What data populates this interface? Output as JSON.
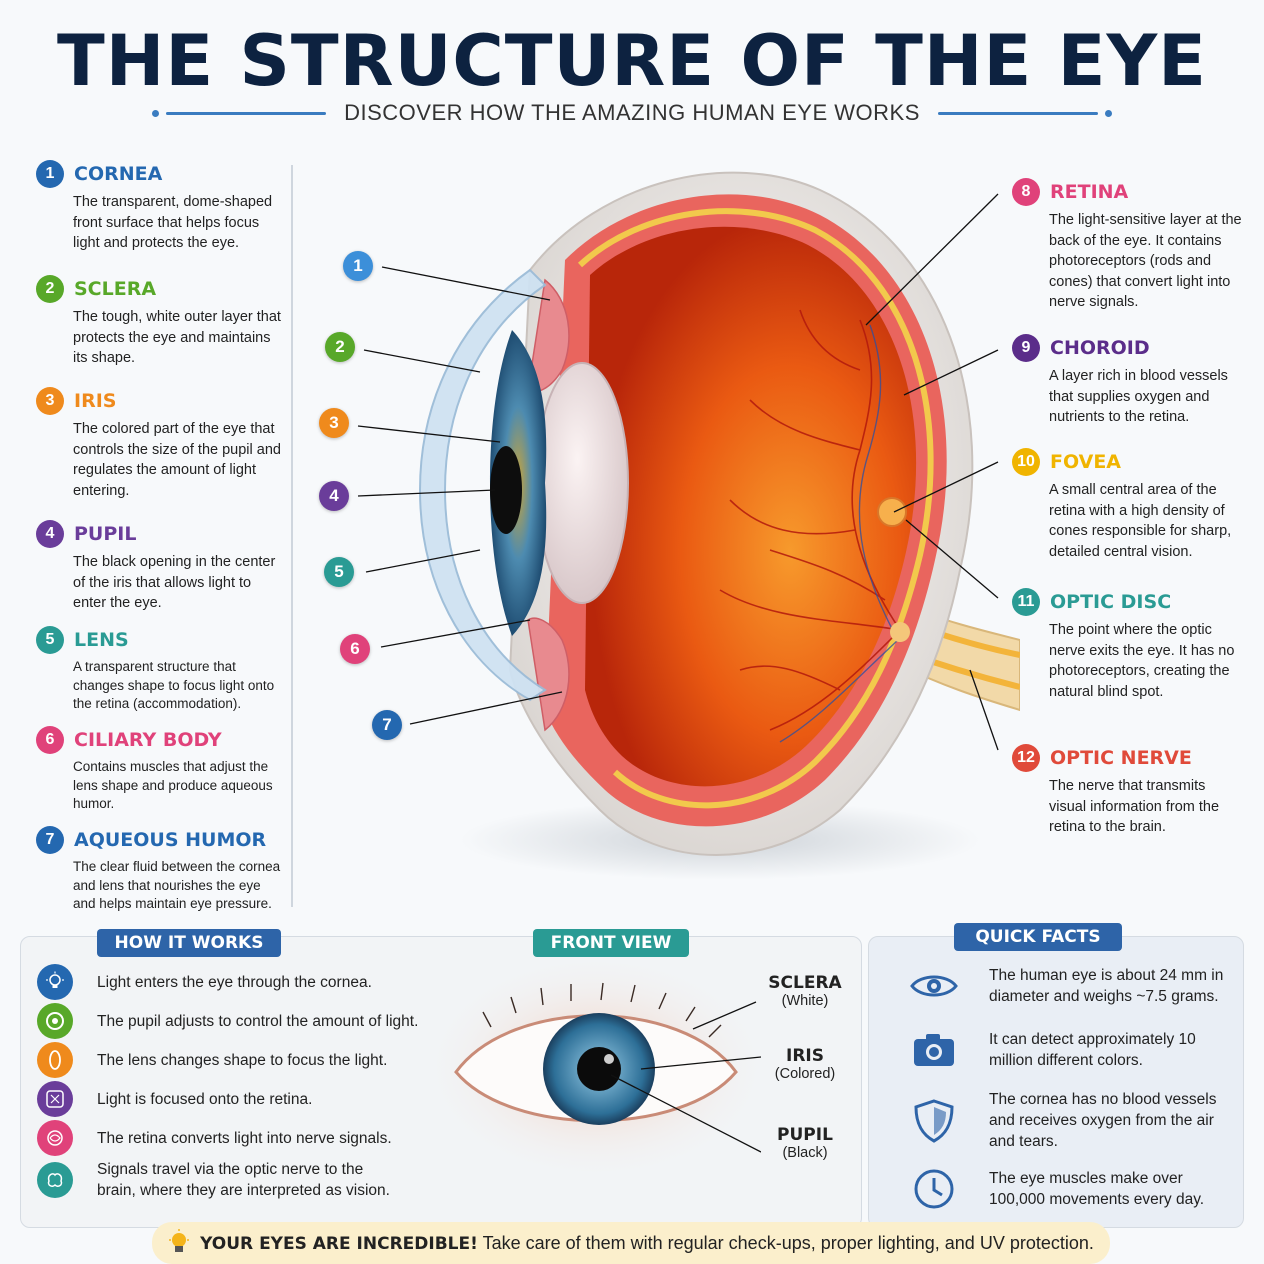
{
  "title": "THE STRUCTURE OF THE EYE",
  "subtitle": "DISCOVER HOW THE AMAZING HUMAN EYE WORKS",
  "parts": [
    {
      "num": "1",
      "name": "CORNEA",
      "color": "#2468b0",
      "desc": "The transparent, dome-shaped front surface that helps focus light and protects the eye."
    },
    {
      "num": "2",
      "name": "SCLERA",
      "color": "#58a829",
      "desc": "The tough, white outer layer that protects the eye and maintains its shape."
    },
    {
      "num": "3",
      "name": "IRIS",
      "color": "#ef8a1c",
      "desc": "The colored part of the eye that controls the size of the pupil and regulates the amount of light entering."
    },
    {
      "num": "4",
      "name": "PUPIL",
      "color": "#6a3d9a",
      "desc": "The black opening in the center of the iris that allows light to enter the eye."
    },
    {
      "num": "5",
      "name": "LENS",
      "color": "#2a9b94",
      "desc": "A transparent structure that changes shape to focus light onto the retina (accommodation)."
    },
    {
      "num": "6",
      "name": "CILIARY BODY",
      "color": "#e0427a",
      "desc": "Contains muscles that adjust the lens shape and produce aqueous humor."
    },
    {
      "num": "7",
      "name": "AQUEOUS HUMOR",
      "color": "#2468b0",
      "desc": "The clear fluid between the cornea and lens that nourishes the eye and helps maintain eye pressure."
    },
    {
      "num": "8",
      "name": "RETINA",
      "color": "#e0427a",
      "desc": "The light-sensitive layer at the back of the eye. It contains photoreceptors (rods and cones) that convert light into nerve signals."
    },
    {
      "num": "9",
      "name": "CHOROID",
      "color": "#5b2d8a",
      "desc": "A layer rich in blood vessels that supplies oxygen and nutrients to the retina."
    },
    {
      "num": "10",
      "name": "FOVEA",
      "color": "#f0b400",
      "desc": "A small central area of the retina with a high density of cones responsible for sharp, detailed central vision."
    },
    {
      "num": "11",
      "name": "OPTIC DISC",
      "color": "#2a9b94",
      "desc": "The point where the optic nerve exits the eye. It has no photoreceptors, creating the natural blind spot."
    },
    {
      "num": "12",
      "name": "OPTIC NERVE",
      "color": "#e04a3a",
      "desc": "The nerve that transmits visual information from the retina to the brain."
    }
  ],
  "how_it_works": {
    "label": "HOW IT WORKS",
    "steps": [
      {
        "text": "Light enters the eye through the cornea.",
        "icon": "light-bulb-icon",
        "color": "#2468b0"
      },
      {
        "text": "The pupil adjusts to control the amount of light.",
        "icon": "aperture-icon",
        "color": "#58a829"
      },
      {
        "text": "The lens changes shape to focus the light.",
        "icon": "lens-icon",
        "color": "#ef8a1c"
      },
      {
        "text": "Light is focused onto the retina.",
        "icon": "retina-icon",
        "color": "#6a3d9a"
      },
      {
        "text": "The retina converts light into nerve signals.",
        "icon": "signal-icon",
        "color": "#e0427a"
      },
      {
        "text": "Signals travel via the optic nerve to the brain, where they are interpreted as vision.",
        "icon": "brain-icon",
        "color": "#2a9b94"
      }
    ]
  },
  "front_view": {
    "label": "FRONT VIEW",
    "sclera": {
      "name": "SCLERA",
      "note": "(White)"
    },
    "iris": {
      "name": "IRIS",
      "note": "(Colored)"
    },
    "pupil": {
      "name": "PUPIL",
      "note": "(Black)"
    }
  },
  "quick_facts": {
    "label": "QUICK FACTS",
    "facts": [
      {
        "text": "The human eye is about 24 mm in diameter and weighs ~7.5 grams.",
        "icon": "eye-icon"
      },
      {
        "text": "It can detect approximately 10 million different colors.",
        "icon": "camera-icon"
      },
      {
        "text": "The cornea has no blood vessels and receives oxygen from the air and tears.",
        "icon": "shield-icon"
      },
      {
        "text": "The eye muscles make over 100,000 movements every day.",
        "icon": "clock-icon"
      }
    ]
  },
  "banner": {
    "bold": "YOUR EYES ARE INCREDIBLE!",
    "text": "Take care of them with regular check-ups, proper lighting, and UV protection."
  },
  "colors": {
    "navy": "#0d2240",
    "accent_blue": "#3a7cc0",
    "tag_blue": "#2e64a8",
    "tag_teal": "#2a9b94",
    "banner_bg": "#fbefcc"
  }
}
